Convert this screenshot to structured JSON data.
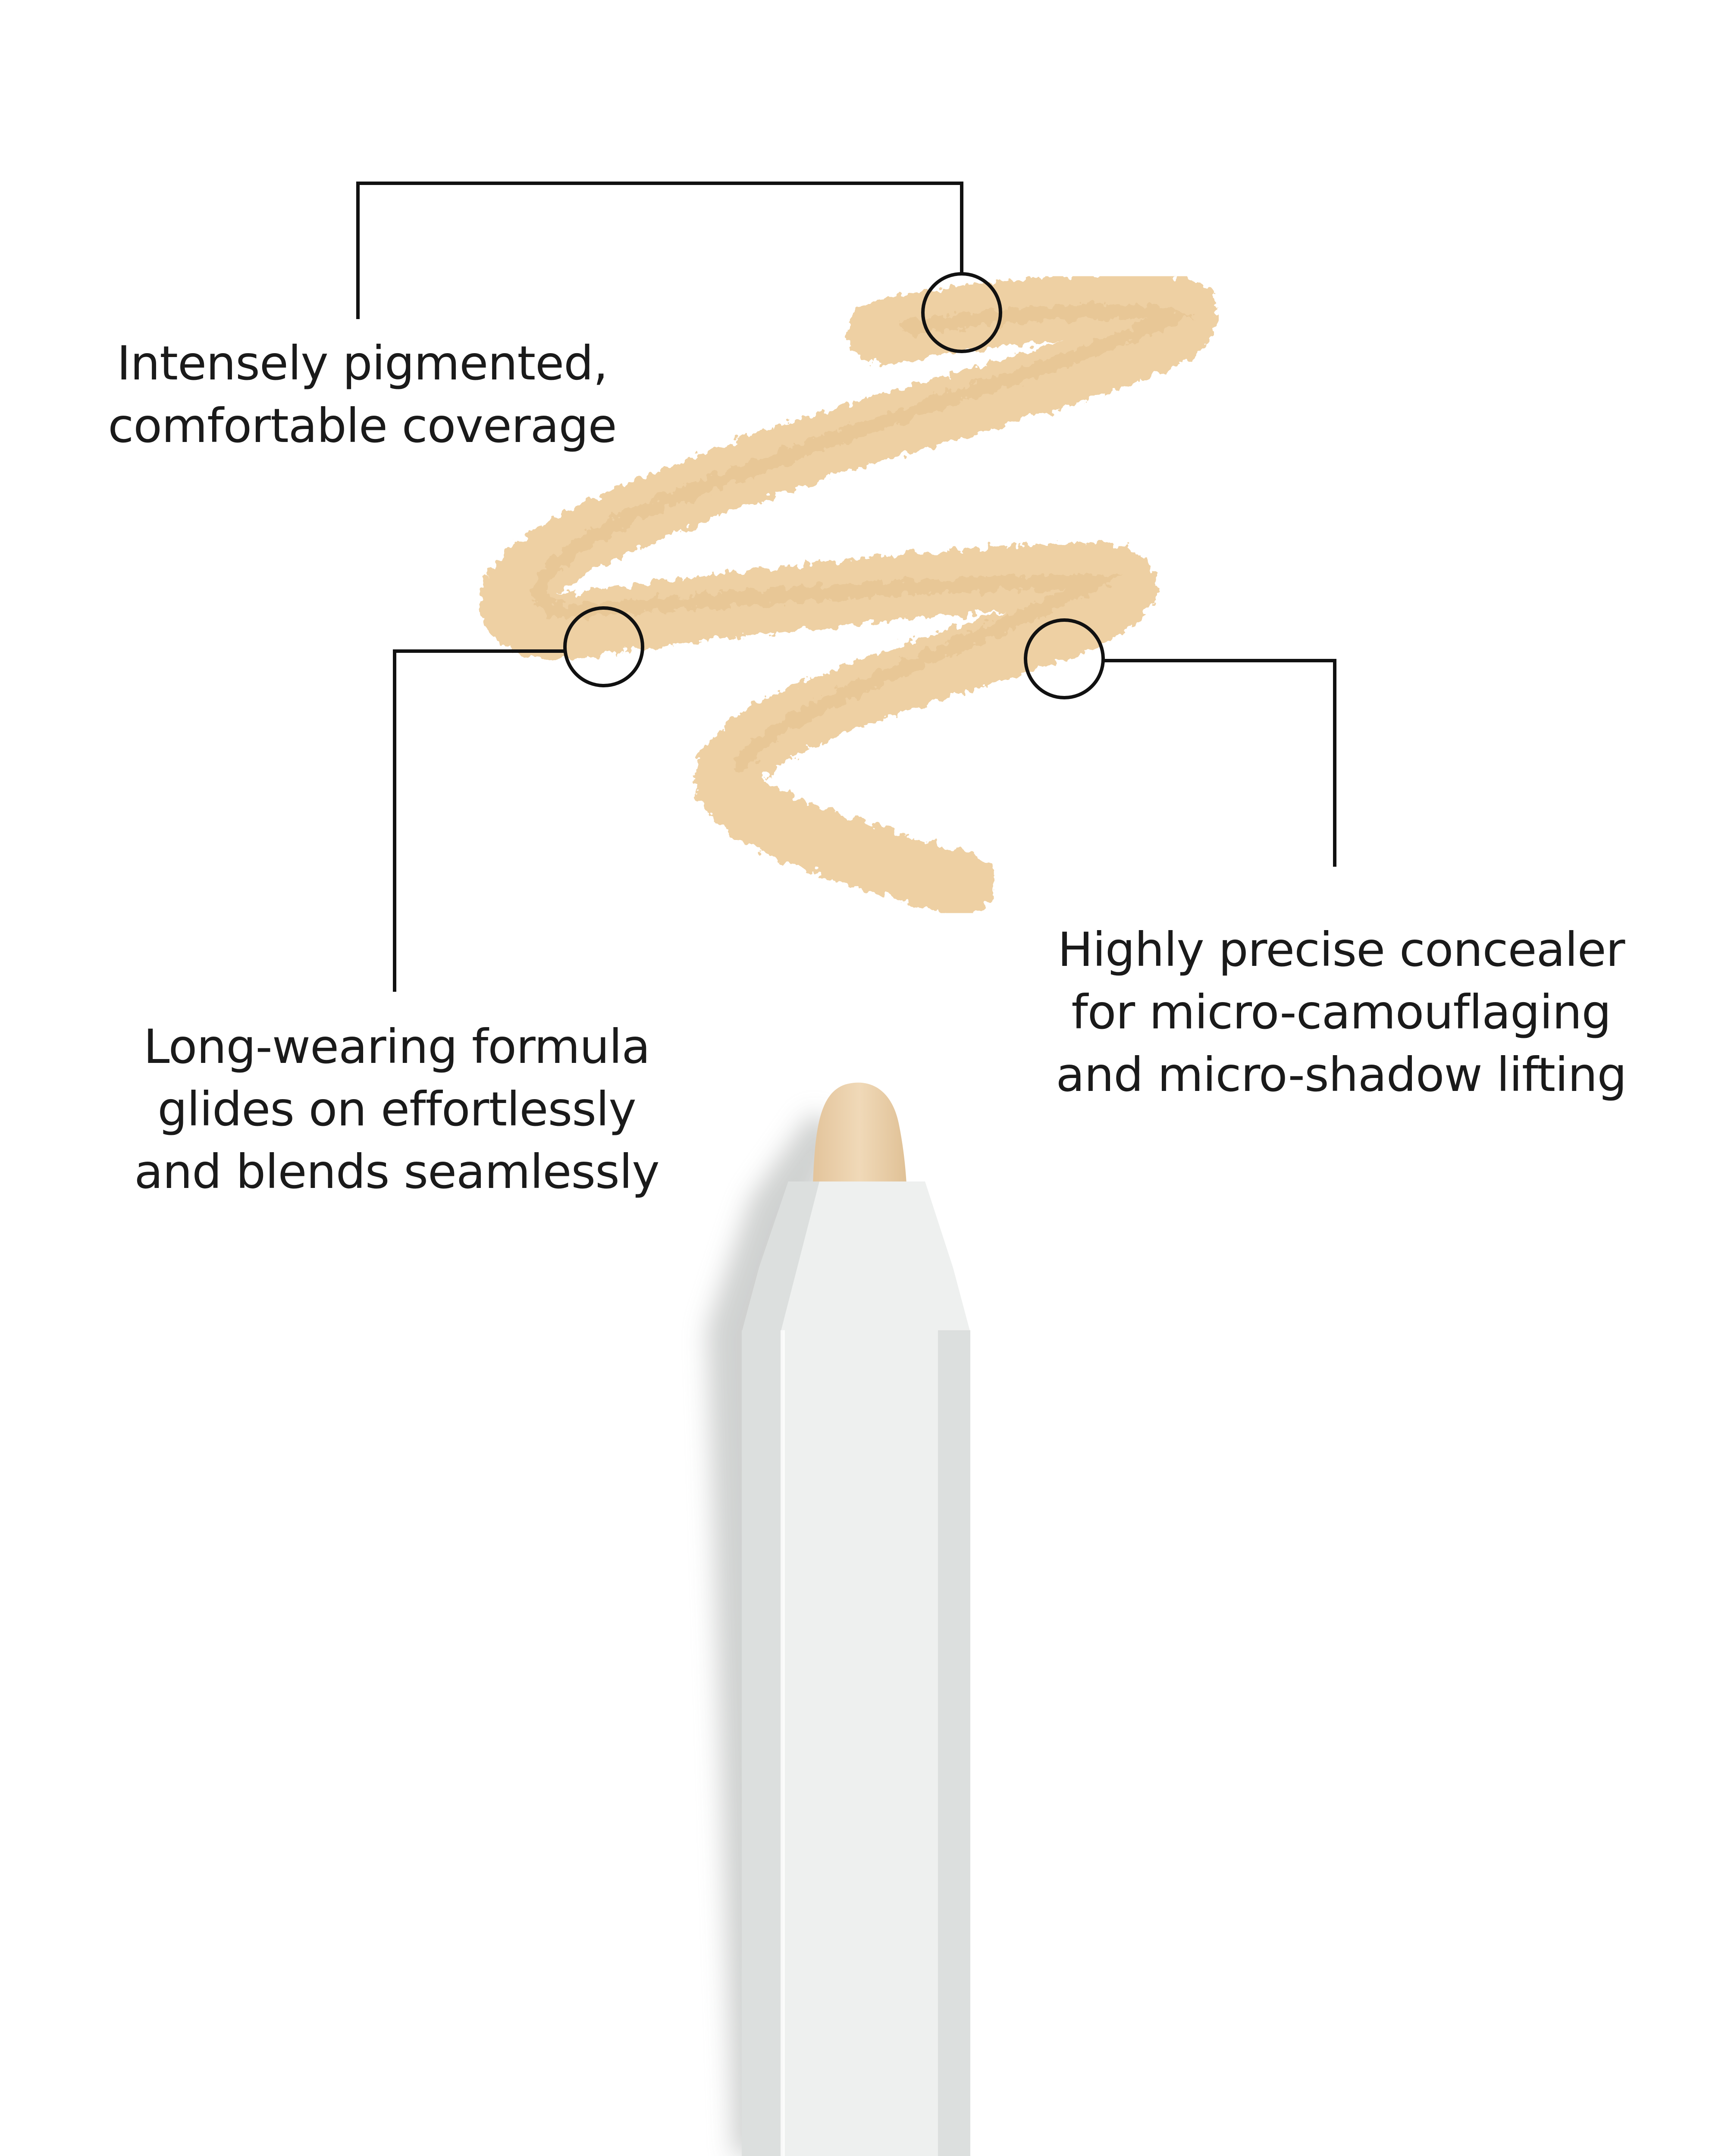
{
  "callouts": {
    "top_left": {
      "lines": [
        "Intensely pigmented,",
        "comfortable coverage"
      ]
    },
    "mid_left": {
      "lines": [
        "Long-wearing formula",
        "glides on effortlessly",
        "and blends seamlessly"
      ]
    },
    "right": {
      "lines": [
        "Highly precise concealer",
        "for micro-camouflaging",
        "and micro-shadow lifting"
      ]
    }
  },
  "icons": {
    "markers": "circle-marker-icon",
    "product": "concealer-pencil-icon"
  },
  "colors": {
    "background": "#ffffff",
    "text": "#1a1a1a",
    "line": "#111111",
    "swatch": "#eed0a3",
    "swatch_shadow": "#e3bf8c",
    "pencil_tip": "#ecd2ad",
    "pencil_body": "#eef0ef",
    "pencil_shade": "#dcdfde",
    "pencil_shadow": "#cbcdcc"
  }
}
